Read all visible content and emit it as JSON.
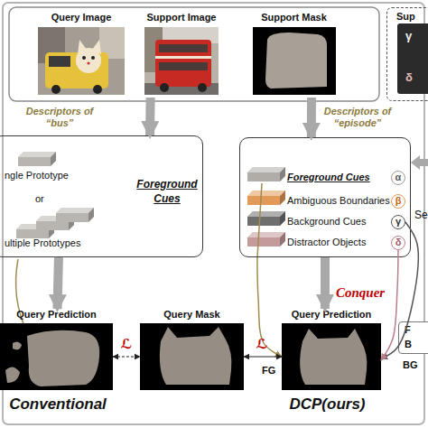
{
  "diagram": {
    "nodes": [
      {
        "text": [
          "Query Image"
        ]
      },
      {
        "text": [
          "Support Image"
        ]
      },
      {
        "text": [
          "Support Mask"
        ]
      },
      {
        "text": [
          "ngle Prototype",
          "or",
          "ultiple Prototypes",
          "Foreground Cues"
        ]
      },
      {
        "text": [
          "Foreground Cues",
          "Ambiguous Boundaries",
          "Background Cues",
          "Distractor Objects"
        ]
      },
      {
        "text": [
          "α"
        ],
        "in": 4
      },
      {
        "text": [
          "β"
        ],
        "in": 4
      },
      {
        "text": [
          "γ"
        ],
        "in": 4
      },
      {
        "text": [
          "δ"
        ],
        "in": 4
      },
      {
        "text": [
          "Query Prediction"
        ]
      },
      {
        "text": [
          "Query Mask"
        ]
      },
      {
        "text": [
          "Query Prediction"
        ]
      },
      {
        "text": [
          "Sup",
          "γ",
          "δ"
        ]
      },
      {
        "text": [
          "F",
          "B"
        ]
      }
    ],
    "edges": [
      {
        "from": 1,
        "to": 3,
        "arrow": "to",
        "label": "Descriptors of “bus”"
      },
      {
        "from": 2,
        "to": 4,
        "arrow": "to",
        "label": "Descriptors of “episode”"
      },
      {
        "from": 3,
        "to": 9,
        "arrow": "to"
      },
      {
        "from": 4,
        "to": 11,
        "arrow": "to",
        "label": "Conquer"
      },
      {
        "from": 4,
        "to": 11,
        "arrow": "to",
        "label": "FG"
      },
      {
        "from": 7,
        "to": 11,
        "arrow": "to",
        "label": "BG"
      },
      {
        "from": 8,
        "to": 11,
        "arrow": "to"
      },
      {
        "from": 9,
        "to": 10,
        "arrow": "both",
        "label": "ℒ"
      },
      {
        "from": 10,
        "to": 11,
        "arrow": "both",
        "label": "ℒ"
      }
    ],
    "labels": [
      "Conventional",
      "DCP(ours)",
      "Se"
    ]
  }
}
